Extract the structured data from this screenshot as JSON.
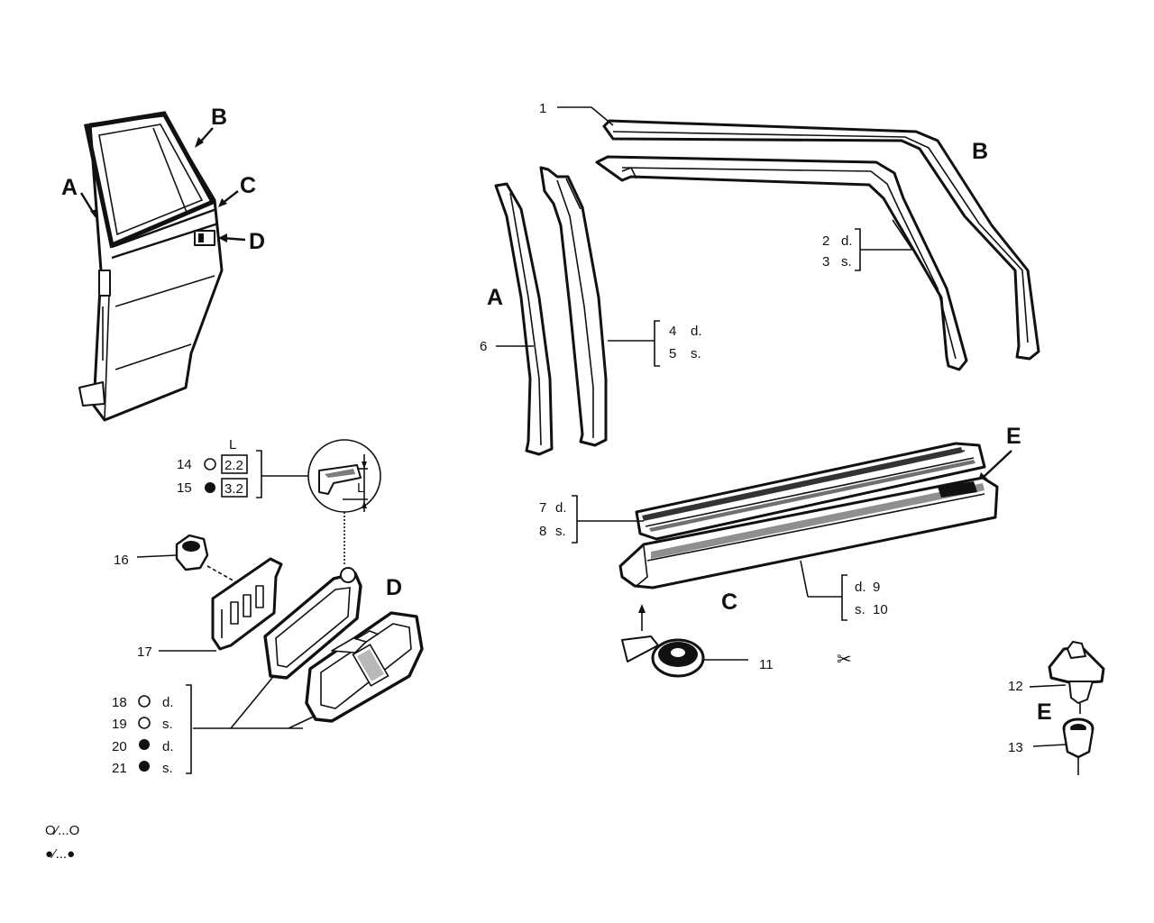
{
  "parts": {
    "p1": "1",
    "p2": "2",
    "p3": "3",
    "p4": "4",
    "p5": "5",
    "p6": "6",
    "p7": "7",
    "p8": "8",
    "p9": "9",
    "p10": "10",
    "p11": "11",
    "p12": "12",
    "p13": "13",
    "p14": "14",
    "p15": "15",
    "p16": "16",
    "p17": "17",
    "p18": "18",
    "p19": "19",
    "p20": "20",
    "p21": "21"
  },
  "sides": {
    "right": "d.",
    "left": "s."
  },
  "section_labels": {
    "A": "A",
    "B": "B",
    "C": "C",
    "D": "D",
    "E": "E"
  },
  "sizes": {
    "L": "L",
    "s14": "2.2",
    "s15": "3.2"
  },
  "legend": {
    "open_row": "O⁄...O",
    "filled_row": "●⁄...●"
  },
  "markers": {
    "cut_symbol": "✂"
  }
}
